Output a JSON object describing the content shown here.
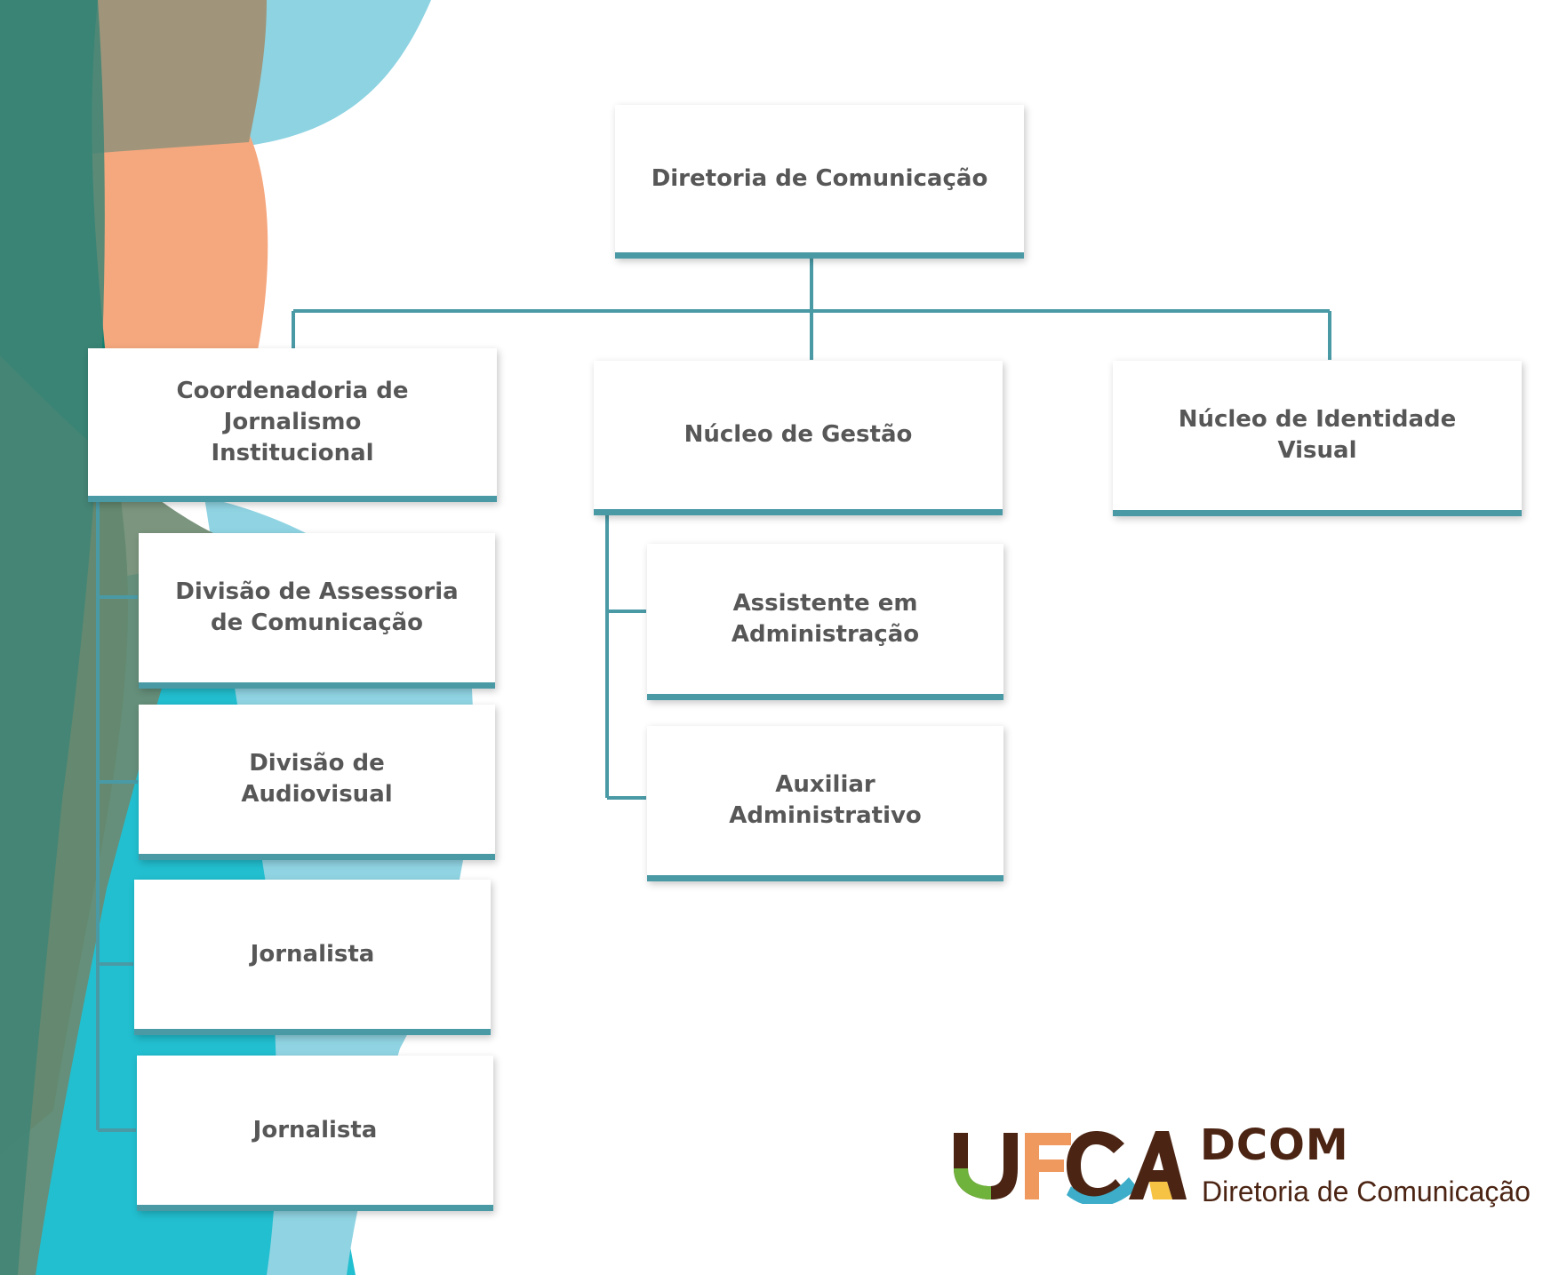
{
  "org_chart": {
    "root": "Diretoria de Comunicação",
    "departments": [
      {
        "name": "Coordenadoria de Jornalismo\nInstitucional",
        "children": [
          "Divisão de Assessoria\nde Comunicação",
          "Divisão de\nAudiovisual",
          "Jornalista",
          "Jornalista"
        ]
      },
      {
        "name": "Núcleo de Gestão",
        "children": [
          "Assistente em\nAdministração",
          "Auxiliar\nAdministrativo"
        ]
      },
      {
        "name": "Núcleo de Identidade\nVisual",
        "children": []
      }
    ]
  },
  "logo": {
    "mark_text": "UFCA",
    "acronym": "DCOM",
    "subtitle": "Diretoria de Comunicação"
  },
  "colors": {
    "connector": "#4a9aa6",
    "box_text": "#575757",
    "logo_brown": "#4b2413",
    "bg_teal": "#1a8a7a",
    "bg_orange": "#f5a77e",
    "bg_light_blue": "#8dd3e2",
    "bg_cyan": "#1ab5c8",
    "bg_olive": "#8a8a6a"
  }
}
